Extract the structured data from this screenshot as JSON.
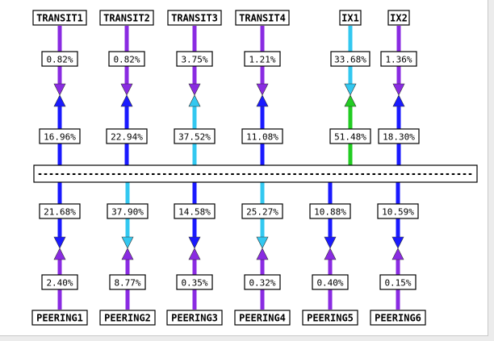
{
  "colors": {
    "outbound_purple": "#8a2be2",
    "inbound_blue": "#1a1aff",
    "inbound_cyan": "#33c8f0",
    "inbound_green": "#22cc22"
  },
  "transits": [
    {
      "label": "TRANSIT1",
      "down_pct": "0.82%",
      "up_pct": "16.96%",
      "up_color": "blue"
    },
    {
      "label": "TRANSIT2",
      "down_pct": "0.82%",
      "up_pct": "22.94%",
      "up_color": "blue"
    },
    {
      "label": "TRANSIT3",
      "down_pct": "3.75%",
      "up_pct": "37.52%",
      "up_color": "cyan"
    },
    {
      "label": "TRANSIT4",
      "down_pct": "1.21%",
      "up_pct": "11.08%",
      "up_color": "blue"
    },
    {
      "label": "IX1",
      "down_pct": "33.68%",
      "up_pct": "51.48%",
      "up_color": "green",
      "down_color": "cyan"
    },
    {
      "label": "IX2",
      "down_pct": "1.36%",
      "up_pct": "18.30%",
      "up_color": "blue"
    }
  ],
  "bus_label": "-----------------------------------------------------------------------------",
  "peerings": [
    {
      "label": "PEERING1",
      "down_pct": "21.68%",
      "up_pct": "2.40%",
      "down_color": "blue"
    },
    {
      "label": "PEERING2",
      "down_pct": "37.90%",
      "up_pct": "8.77%",
      "down_color": "cyan"
    },
    {
      "label": "PEERING3",
      "down_pct": "14.58%",
      "up_pct": "0.35%",
      "down_color": "blue"
    },
    {
      "label": "PEERING4",
      "down_pct": "25.27%",
      "up_pct": "0.32%",
      "down_color": "cyan"
    },
    {
      "label": "PEERING5",
      "down_pct": "10.88%",
      "up_pct": "0.40%",
      "down_color": "blue"
    },
    {
      "label": "PEERING6",
      "down_pct": "10.59%",
      "up_pct": "0.15%",
      "down_color": "blue"
    }
  ]
}
